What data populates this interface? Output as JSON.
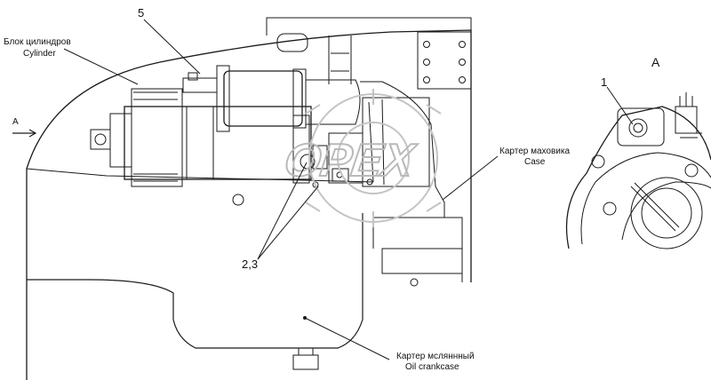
{
  "labels": {
    "cylinder_block_ru": "Блок цилиндров",
    "cylinder_block_en": "Cylinder",
    "flywheel_case_ru": "Картер маховика",
    "flywheel_case_en": "Case",
    "oil_crankcase_ru": "Картер мсляннный",
    "oil_crankcase_en": "Oil crankcase",
    "callout_5": "5",
    "callout_2_3": "2,3",
    "callout_1": "1",
    "view_a_arrow": "A",
    "view_a_title": "A"
  },
  "watermark": {
    "text": "OPEX",
    "color": "#b9b9b9"
  },
  "colors": {
    "line": "#1a1a1a"
  }
}
